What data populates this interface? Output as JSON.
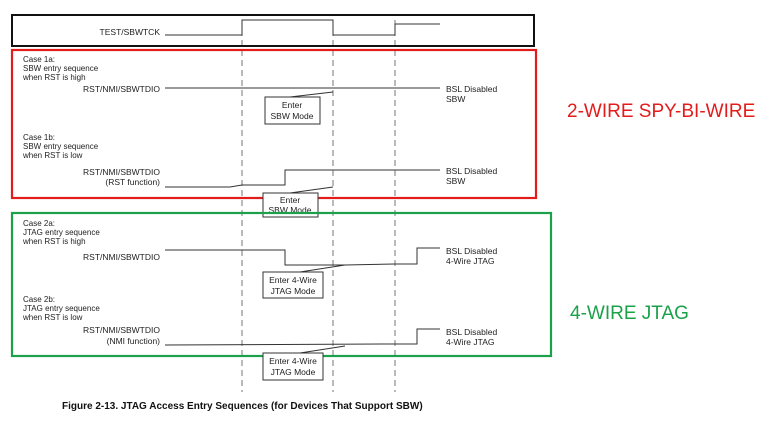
{
  "clock": {
    "label": "TEST/SBWTCK"
  },
  "sbw_group": {
    "title": "2-WIRE SPY-BI-WIRE",
    "color": "#e31b1b",
    "cases": [
      {
        "heading": [
          "Case 1a:",
          "SBW entry sequence",
          "when RST is high"
        ],
        "signal": [
          "RST/NMI/SBWTDIO"
        ],
        "result": [
          "BSL Disabled",
          "SBW"
        ],
        "mode_box": [
          "Enter",
          "SBW Mode"
        ]
      },
      {
        "heading": [
          "Case 1b:",
          "SBW entry sequence",
          "when RST is low"
        ],
        "signal": [
          "RST/NMI/SBWTDIO",
          "(RST function)"
        ],
        "result": [
          "BSL Disabled",
          "SBW"
        ],
        "mode_box": [
          "Enter",
          "SBW Mode"
        ]
      }
    ]
  },
  "jtag_group": {
    "title": "4-WIRE JTAG",
    "color": "#1aa14a",
    "cases": [
      {
        "heading": [
          "Case 2a:",
          "JTAG entry sequence",
          "when RST is high"
        ],
        "signal": [
          "RST/NMI/SBWTDIO"
        ],
        "result": [
          "BSL Disabled",
          "4-Wire JTAG"
        ],
        "mode_box": [
          "Enter 4-Wire",
          "JTAG Mode"
        ]
      },
      {
        "heading": [
          "Case 2b:",
          "JTAG entry sequence",
          "when RST is low"
        ],
        "signal": [
          "RST/NMI/SBWTDIO",
          "(NMI function)"
        ],
        "result": [
          "BSL Disabled",
          "4-Wire JTAG"
        ],
        "mode_box": [
          "Enter 4-Wire",
          "JTAG Mode"
        ]
      }
    ]
  },
  "caption": "Figure 2-13. JTAG Access Entry Sequences (for Devices That Support SBW)"
}
